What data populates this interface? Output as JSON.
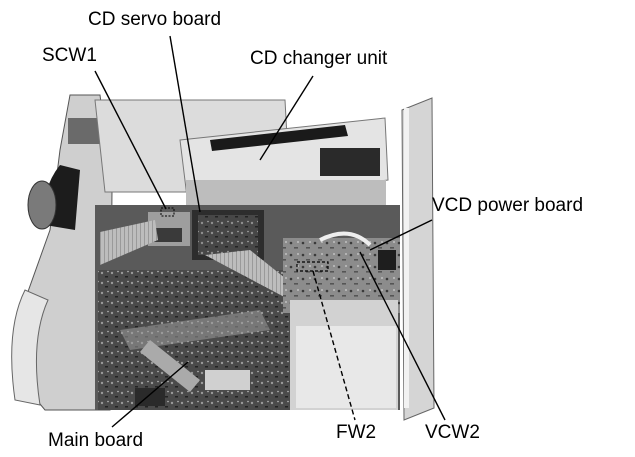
{
  "labels": {
    "cd_servo_board": "CD servo board",
    "scw1": "SCW1",
    "cd_changer_unit": "CD changer unit",
    "vcd_power_board": "VCD power board",
    "fw2": "FW2",
    "vcw2": "VCW2",
    "main_board": "Main board"
  },
  "colors": {
    "ink": "#000000",
    "background": "#ffffff"
  }
}
